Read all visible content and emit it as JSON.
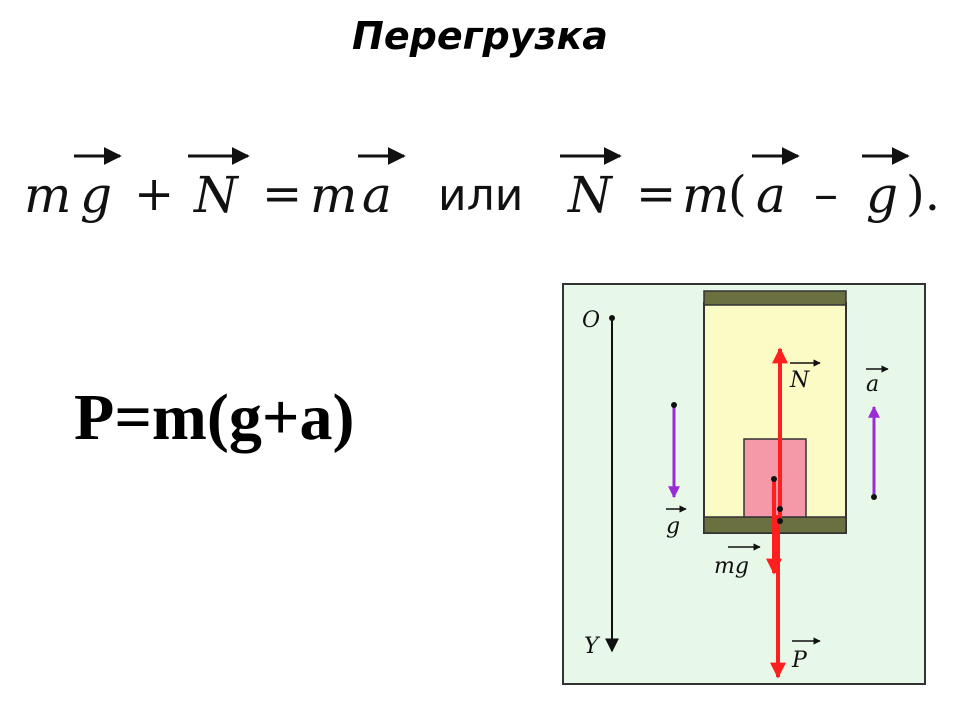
{
  "title": "Перегрузка",
  "equation": {
    "lhs_m": "m",
    "lhs_g": "g",
    "plus": "+",
    "lhs_N": "N",
    "eq1": "=",
    "rhs_m": "m",
    "rhs_a": "a",
    "connector": "или",
    "N2": "N",
    "eq2": "=",
    "m2": "m",
    "open_paren": "(",
    "a2": "a",
    "minus": "–",
    "g2": "g",
    "close_paren": ")."
  },
  "weight_formula": "P=m(g+a)",
  "diagram": {
    "label_origin": "O",
    "label_axis": "Y",
    "label_N": "N",
    "label_a": "a",
    "label_g": "g",
    "label_mg": "mg",
    "label_P": "P",
    "colors": {
      "background": "#e8f8e8",
      "cabin": "#fbfbc6",
      "floor": "#6b7040",
      "block": "#f598a8",
      "force": "#ff1f1f",
      "acceleration": "#9a2bd8"
    }
  }
}
